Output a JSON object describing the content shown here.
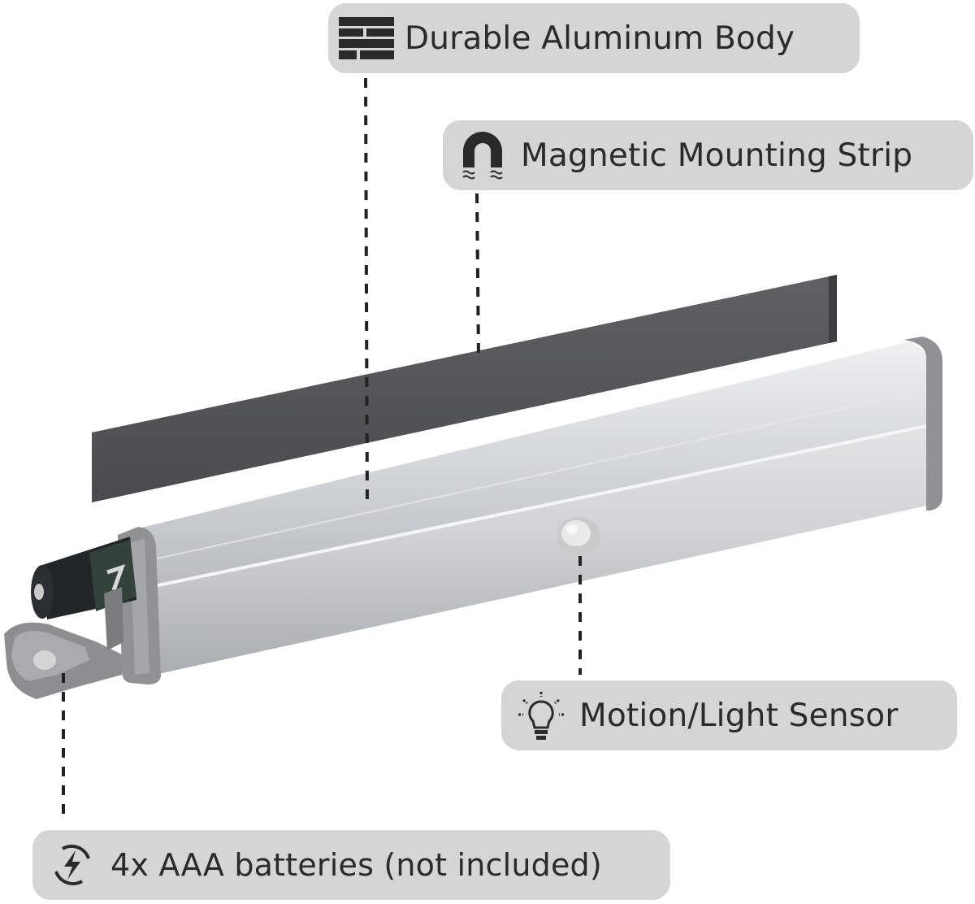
{
  "callouts": {
    "body": {
      "text": "Durable Aluminum Body",
      "icon": "brick-layers-icon"
    },
    "magnet": {
      "text": "Magnetic Mounting Strip",
      "icon": "magnet-icon"
    },
    "sensor": {
      "text": "Motion/Light Sensor",
      "icon": "light-bulb-sensor-icon"
    },
    "battery": {
      "text": "4x AAA batteries (not included)",
      "icon": "lightning-bolt-icon"
    }
  },
  "colors": {
    "callout_bg": "#d5d5d5",
    "text": "#2a2a2a",
    "aluminum": "#c4c6c9",
    "magnetic_strip": "#555659",
    "end_cap": "#8f9194",
    "dashed_line": "#222222"
  }
}
